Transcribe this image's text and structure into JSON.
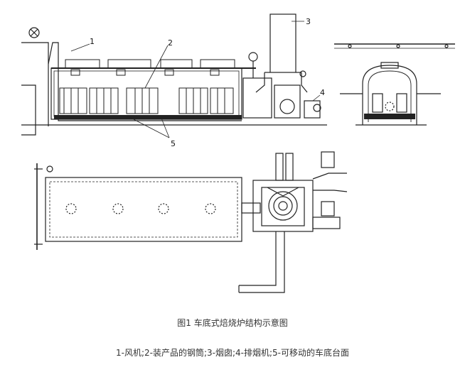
{
  "figure": {
    "callouts": [
      "1",
      "2",
      "3",
      "4",
      "5"
    ]
  },
  "caption": {
    "title": "图1 车底式焙烧炉结构示意图",
    "legend": "1-风机;2-装产品的钢筒;3-烟囱;4-排烟机;5-可移动的车底台面"
  }
}
